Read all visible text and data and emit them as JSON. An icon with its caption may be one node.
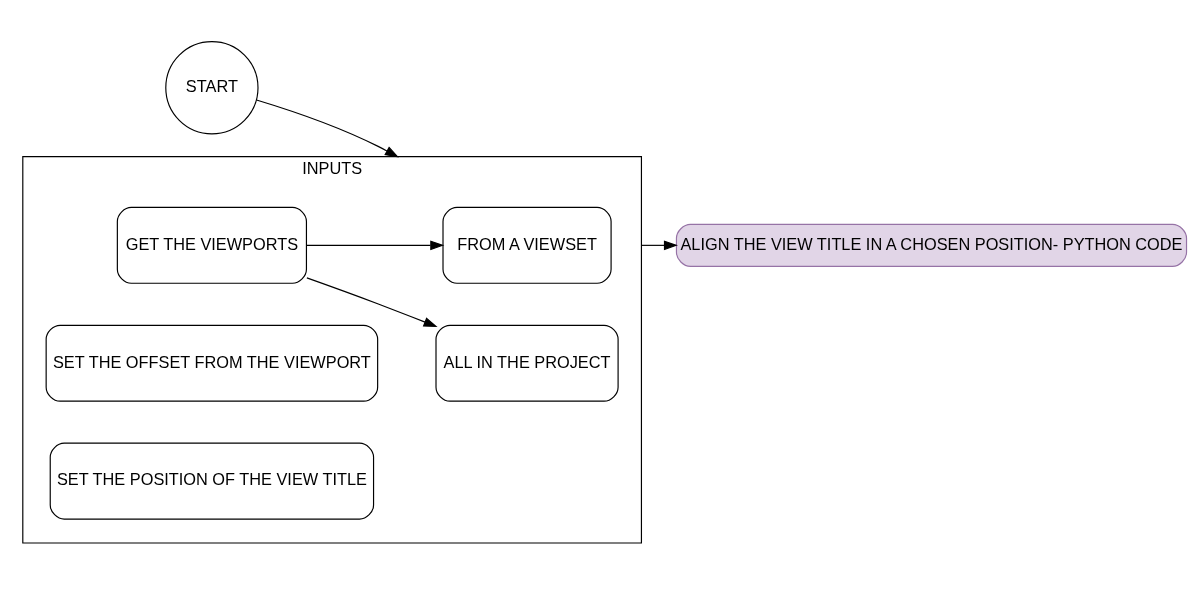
{
  "diagram": {
    "nodes": [
      {
        "text": [
          "START"
        ]
      },
      {
        "text": [
          "INPUTS"
        ]
      },
      {
        "text": [
          "GET THE VIEWPORTS"
        ],
        "in": 1
      },
      {
        "text": [
          "ALL IN THE PROJECT"
        ],
        "in": 1
      },
      {
        "text": [
          "FROM A VIEWSET"
        ],
        "in": 1
      },
      {
        "text": [
          "SET THE OFFSET FROM THE VIEWPORT"
        ],
        "in": 1
      },
      {
        "text": [
          "SET THE POSITION OF THE VIEW TITLE"
        ],
        "in": 1
      },
      {
        "text": [
          "ALIGN THE VIEW TITLE IN A CHOSEN POSITION- PYTHON CODE"
        ]
      }
    ],
    "edges": [
      {
        "from": 0,
        "to": 1,
        "arrow": "to"
      },
      {
        "from": 1,
        "to": 7,
        "arrow": "to"
      },
      {
        "from": 2,
        "to": 3,
        "arrow": "to"
      },
      {
        "from": 2,
        "to": 4,
        "arrow": "to"
      }
    ]
  }
}
